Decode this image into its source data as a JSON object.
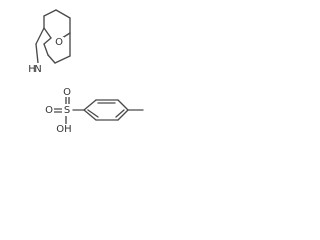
{
  "molecule_top": {
    "label_oxygen": "O",
    "label_nitrogen": "N",
    "label_hydrogen": "H"
  },
  "molecule_bottom": {
    "label_sulfur": "S",
    "label_oxygen_top": "O",
    "label_oxygen_bottom": "O",
    "label_hydroxyl": "OH"
  }
}
